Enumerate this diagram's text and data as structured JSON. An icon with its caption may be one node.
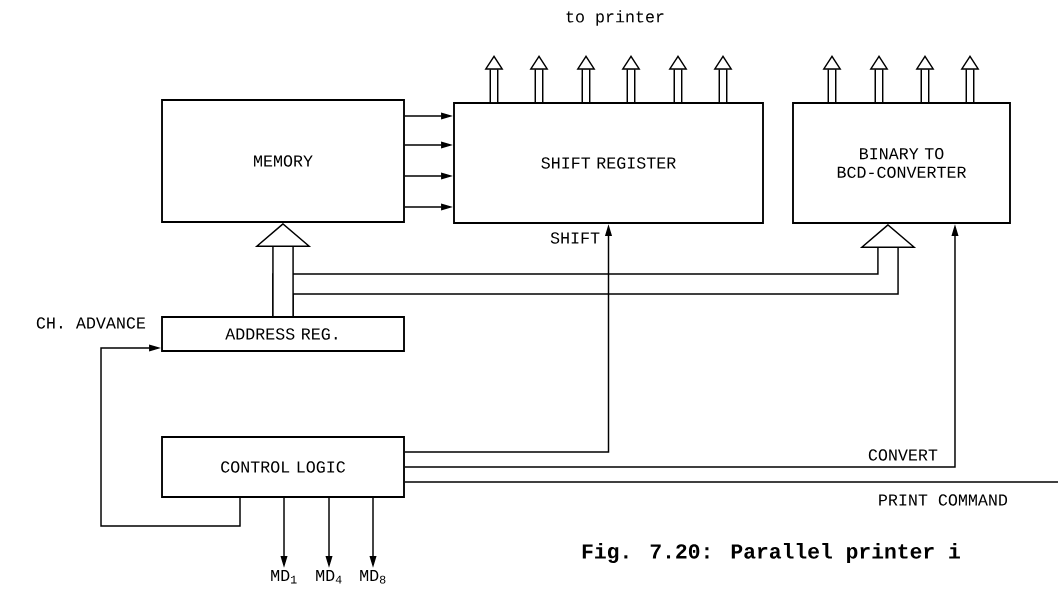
{
  "diagram": {
    "caption": "Fig. 7.20: Parallel printer i",
    "nodes": [
      {
        "text": [
          "MEMORY"
        ]
      },
      {
        "text": [
          "SHIFT REGISTER"
        ]
      },
      {
        "text": [
          "BINARY TO BCD-CONVERTER"
        ]
      },
      {
        "text": [
          "ADDRESS REG."
        ]
      },
      {
        "text": [
          "CONTROL LOGIC"
        ]
      },
      {
        "text": [
          "MD$_{1}$"
        ]
      },
      {
        "text": [
          "MD$_{4}$"
        ]
      },
      {
        "text": [
          "MD$_{8}$"
        ]
      }
    ],
    "edges": [
      {
        "from": 0,
        "to": 1,
        "arrow": "to"
      },
      {
        "from": 0,
        "to": 1,
        "arrow": "to"
      },
      {
        "from": 0,
        "to": 1,
        "arrow": "to"
      },
      {
        "from": 0,
        "to": 1,
        "arrow": "to"
      },
      {
        "from": 3,
        "to": 0,
        "arrow": "to",
        "style": "thick"
      },
      {
        "from": 3,
        "to": 2,
        "arrow": "to",
        "style": "thick"
      },
      {
        "from": 4,
        "to": 1,
        "arrow": "to",
        "label": "SHIFT"
      },
      {
        "from": 4,
        "to": 2,
        "arrow": "to",
        "label": "CONVERT"
      },
      {
        "from": 4,
        "to": null,
        "arrow": "none",
        "label": "PRINT COMMAND"
      },
      {
        "from": 4,
        "to": 3,
        "arrow": "to",
        "label": "CH. ADVANCE"
      },
      {
        "from": 4,
        "to": 5,
        "arrow": "to"
      },
      {
        "from": 4,
        "to": 6,
        "arrow": "to"
      },
      {
        "from": 4,
        "to": 7,
        "arrow": "to"
      },
      {
        "from": 1,
        "to": null,
        "arrow": "to"
      },
      {
        "from": 1,
        "to": null,
        "arrow": "to"
      },
      {
        "from": 1,
        "to": null,
        "arrow": "to"
      },
      {
        "from": 1,
        "to": null,
        "arrow": "to"
      },
      {
        "from": 1,
        "to": null,
        "arrow": "to"
      },
      {
        "from": 1,
        "to": null,
        "arrow": "to"
      },
      {
        "from": 2,
        "to": null,
        "arrow": "to"
      },
      {
        "from": 2,
        "to": null,
        "arrow": "to"
      },
      {
        "from": 2,
        "to": null,
        "arrow": "to"
      },
      {
        "from": 2,
        "to": null,
        "arrow": "to"
      }
    ],
    "labels": [
      "to printer"
    ]
  }
}
